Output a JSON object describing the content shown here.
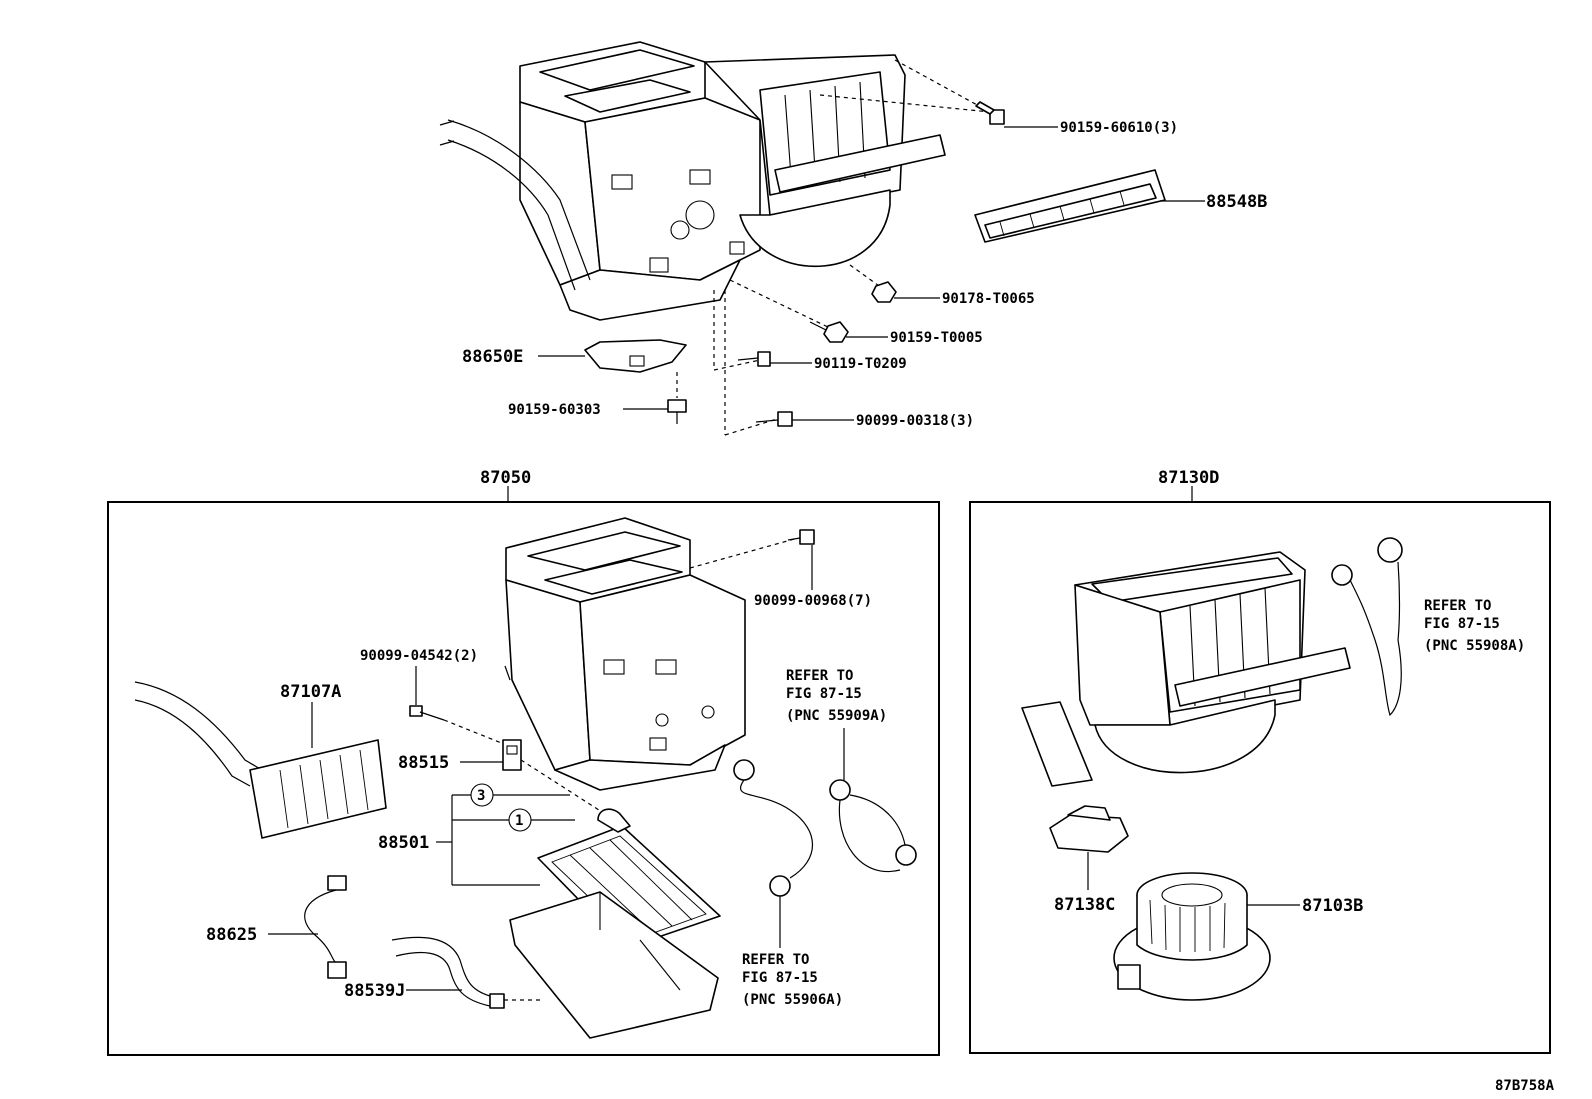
{
  "diagram_id": "87B758A",
  "groups": {
    "heater_unit": "87050",
    "blower_unit": "87130D"
  },
  "labels": {
    "p90159_60610": "90159-60610(3)",
    "p88548B": "88548B",
    "p90178_T0065": "90178-T0065",
    "p90159_T0005": "90159-T0005",
    "p88650E": "88650E",
    "p90119_T0209": "90119-T0209",
    "p90159_60303": "90159-60303",
    "p90099_00318": "90099-00318(3)",
    "p90099_00968": "90099-00968(7)",
    "p90099_04542": "90099-04542(2)",
    "p87107A": "87107A",
    "p88515": "88515",
    "p88501": "88501",
    "p88625": "88625",
    "p88539J": "88539J",
    "p87138C": "87138C",
    "p87103B": "87103B",
    "circle3": "3",
    "circle1": "1"
  },
  "refer_55909A": [
    "REFER TO",
    "FIG 87-15",
    "(PNC 55909A)"
  ],
  "refer_55906A": [
    "REFER TO",
    "FIG 87-15",
    "(PNC 55906A)"
  ],
  "refer_55908A": [
    "REFER TO",
    "FIG 87-15",
    "(PNC 55908A)"
  ]
}
